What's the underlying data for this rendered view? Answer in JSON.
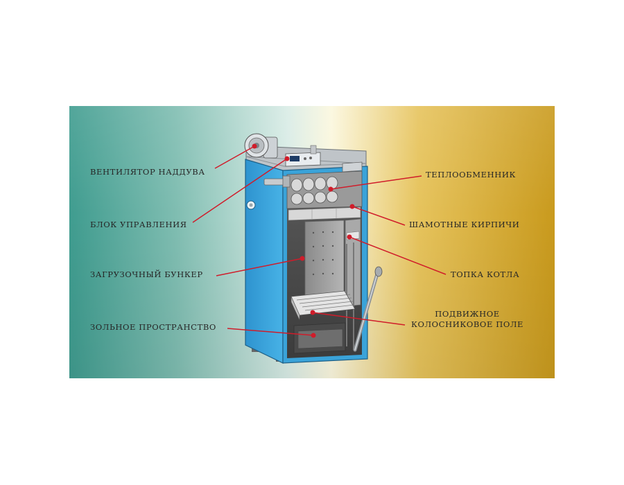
{
  "labels": {
    "fan": "ВЕНТИЛЯТОР НАДДУВА",
    "control_unit": "БЛОК УПРАВЛЕНИЯ",
    "loading_hopper": "ЗАГРУЗОЧНЫЙ БУНКЕР",
    "ash_space": "ЗОЛЬНОЕ ПРОСТРАНСТВО",
    "heat_exchanger": "ТЕПЛООБМЕННИК",
    "fireclay_bricks": "ШАМОТНЫЕ КИРПИЧИ",
    "boiler_furnace": "ТОПКА КОТЛА",
    "grate_line1": "ПОДВИЖНОЕ",
    "grate_line2": "КОЛОСНИКОВОЕ ПОЛЕ"
  },
  "colors": {
    "pointer": "#d01c2a",
    "casing": "#3aa3d9",
    "casing_dark": "#1f6f9e",
    "label_text": "#262626"
  },
  "icons": [
    "boiler-cutaway-illustration",
    "fan-icon",
    "lever-icon"
  ]
}
